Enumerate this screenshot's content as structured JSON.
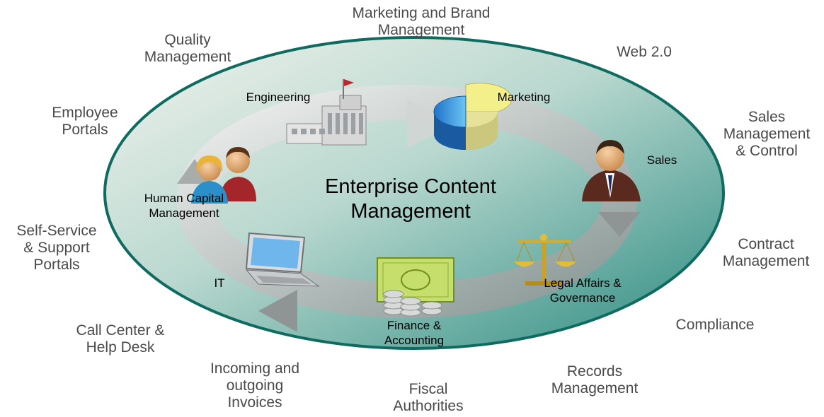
{
  "center": {
    "title": "Enterprise Content\nManagement"
  },
  "departments": {
    "engineering": "Engineering",
    "marketing": "Marketing",
    "sales": "Sales",
    "legal": "Legal Affairs &\nGovernance",
    "finance": "Finance &\nAccounting",
    "it": "IT",
    "hcm": "Human Capital\nManagement"
  },
  "outer_labels": {
    "marketing_brand": "Marketing and Brand\nManagement",
    "quality": "Quality\nManagement",
    "web20": "Web 2.0",
    "employee_portals": "Employee\nPortals",
    "sales_mgmt": "Sales\nManagement\n& Control",
    "self_service": "Self-Service\n& Support\nPortals",
    "contract": "Contract\nManagement",
    "compliance": "Compliance",
    "call_center": "Call Center &\nHelp Desk",
    "invoices": "Incoming and\noutgoing\nInvoices",
    "fiscal": "Fiscal\nAuthorities",
    "records": "Records\nManagement"
  },
  "colors": {
    "ellipse_border": "#0f6b60",
    "ellipse_fill_light": "#e9efe6",
    "ellipse_fill_dark": "#2f8f85",
    "arrow": "#c4c7c6",
    "outer_text": "#4a4a4a"
  },
  "icons": {
    "engineering": "factory-icon",
    "marketing": "pie-chart-icon",
    "sales": "businessman-icon",
    "legal": "scales-icon",
    "finance": "money-icon",
    "it": "laptop-icon",
    "hcm": "people-icon"
  }
}
